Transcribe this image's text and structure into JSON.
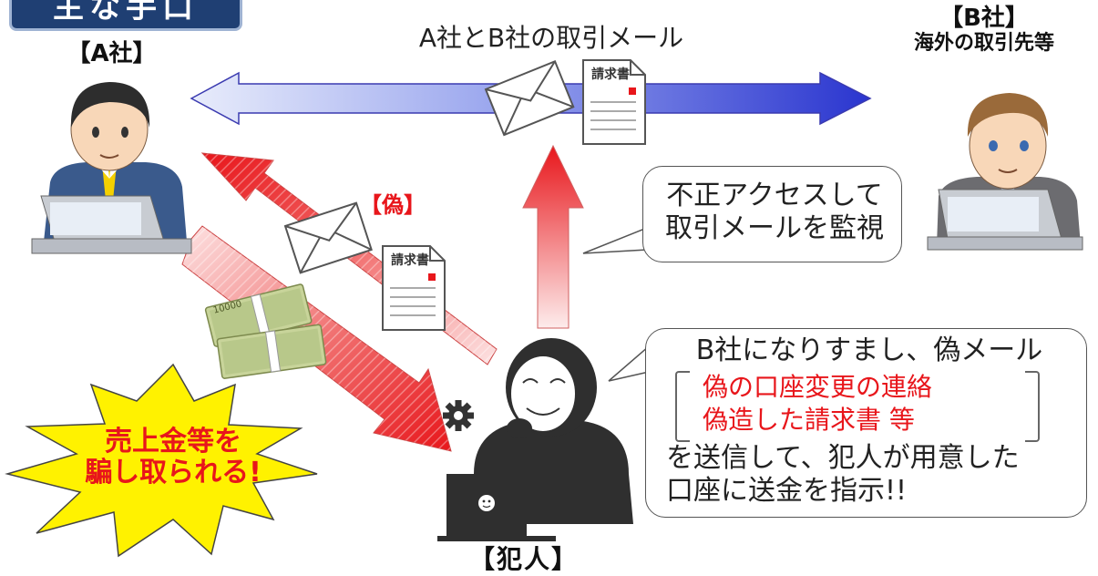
{
  "header": {
    "tag": "主な手口"
  },
  "actors": {
    "company_a": "【A社】",
    "company_b_line1": "【B社】",
    "company_b_line2": "海外の取引先等",
    "criminal": "【犯人】"
  },
  "top_flow": {
    "label": "A社とB社の取引メール"
  },
  "fake_label": "【偽】",
  "invoice_label": "請求書",
  "monitor_bubble": {
    "line1": "不正アクセスして",
    "line2": "取引メールを監視"
  },
  "criminal_bubble": {
    "line1": "B社になりすまし、偽メール",
    "red_line1": "偽の口座変更の連絡",
    "red_line2": "偽造した請求書 等",
    "line2": "を送信して、犯人が用意した",
    "line3": "口座に送金を指示!!"
  },
  "burst": {
    "line1": "売上金等を",
    "line2": "騙し取られる!"
  },
  "money_note": "10000",
  "colors": {
    "header_bg": "#1f3f73",
    "blue_arrow": "#2f3fd6",
    "red_arrow": "#e8161b",
    "burst_fill": "#fff200",
    "suit": "#3a5a8c",
    "money": "#b8c88a"
  }
}
